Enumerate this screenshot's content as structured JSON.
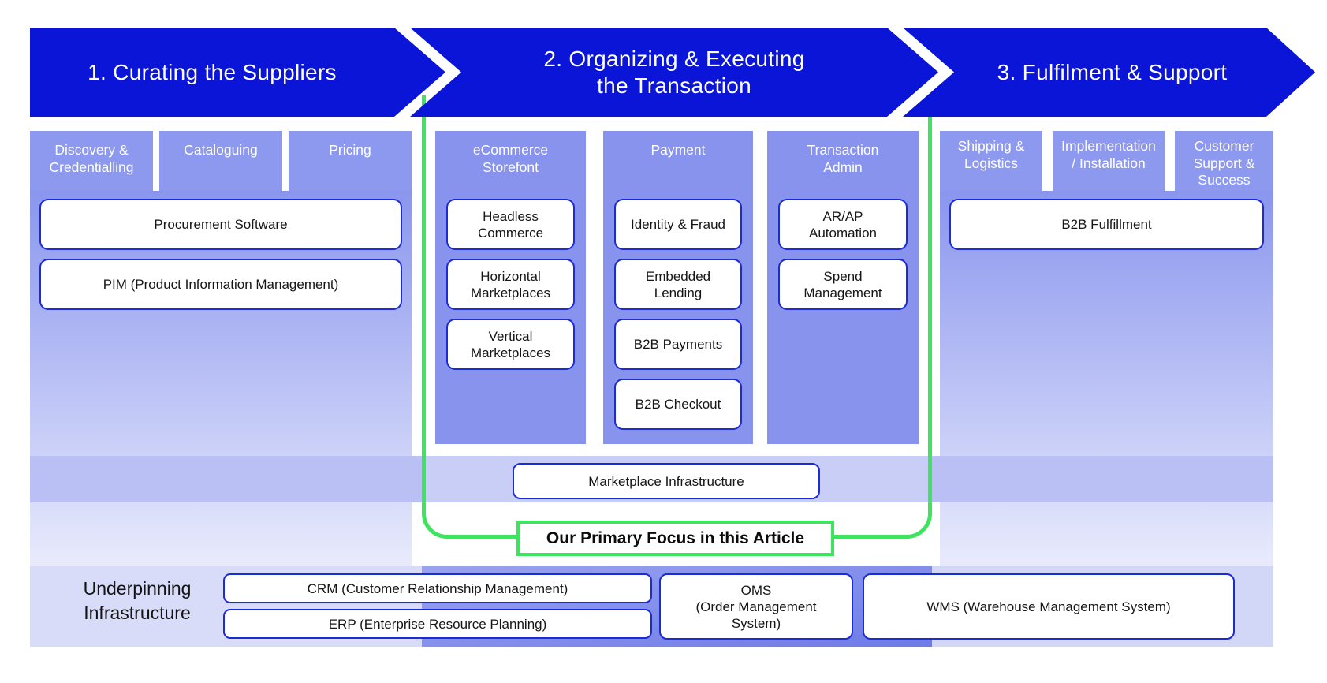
{
  "colors": {
    "banner_blue": "#0A15D8",
    "header_purple": "#8D98EF",
    "panel_purple": "#8893ED",
    "gradient_top": "#8A96EE",
    "gradient_bottom": "#E9EBFC",
    "box_border_blue": "#1B2BD5",
    "focus_green": "#3EE35F",
    "band_light": "#BAC0F4",
    "infra_band_dark": "#6D7BE7"
  },
  "banners": {
    "b1": "1. Curating the Suppliers",
    "b2": "2. Organizing & Executing\nthe Transaction",
    "b3": "3.  Fulfilment & Support"
  },
  "curating": {
    "headers": {
      "h1": "Discovery &\nCredentialling",
      "h2": "Cataloguing",
      "h3": "Pricing"
    },
    "boxes": {
      "b1": "Procurement Software",
      "b2": "PIM (Product Information Management)"
    }
  },
  "organizing": {
    "col1": {
      "header": "eCommerce\nStorefont",
      "b1": "Headless\nCommerce",
      "b2": "Horizontal\nMarketplaces",
      "b3": "Vertical\nMarketplaces"
    },
    "col2": {
      "header": "Payment",
      "b1": "Identity & Fraud",
      "b2": "Embedded\nLending",
      "b3": "B2B Payments",
      "b4": "B2B Checkout"
    },
    "col3": {
      "header": "Transaction\nAdmin",
      "b1": "AR/AP\nAutomation",
      "b2": "Spend\nManagement"
    },
    "marketplace_box": "Marketplace Infrastructure",
    "focus_label": "Our Primary Focus in this Article"
  },
  "fulfilment": {
    "headers": {
      "h1": "Shipping &\nLogistics",
      "h2": "Implementation\n/ Installation",
      "h3": "Customer\nSupport &\nSuccess"
    },
    "boxes": {
      "b1": "B2B Fulfillment"
    }
  },
  "infrastructure": {
    "label": "Underpinning\nInfrastructure",
    "b1": "CRM (Customer Relationship Management)",
    "b2": "ERP (Enterprise Resource Planning)",
    "b3": "OMS\n(Order Management\nSystem)",
    "b4": "WMS (Warehouse Management System)"
  }
}
